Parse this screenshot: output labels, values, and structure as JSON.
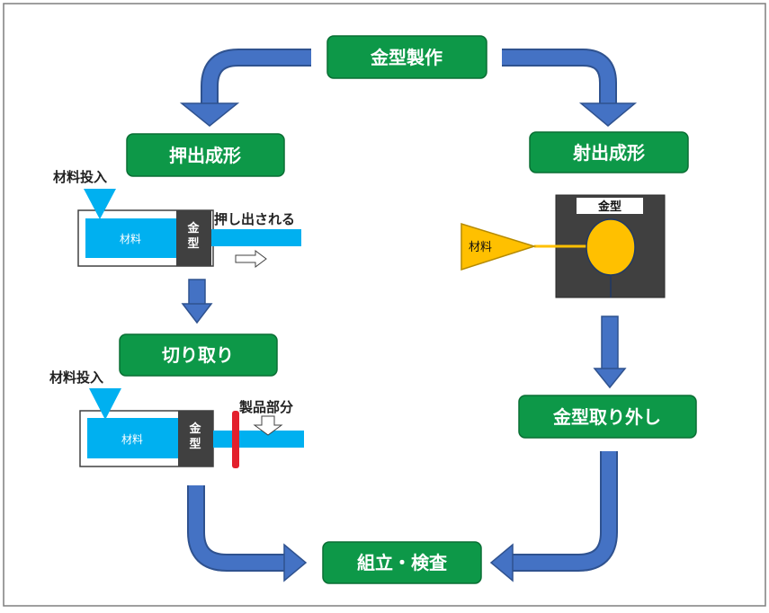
{
  "colors": {
    "green_box": "#0d9848",
    "green_border": "#0a6f34",
    "arrow_blue": "#4472c4",
    "arrow_edge": "#2f528f",
    "cyan": "#00b0f0",
    "mold_gray": "#404040",
    "gold": "#ffc000",
    "gold_edge": "#b58a00",
    "red": "#e3202c",
    "frame": "#7f7f7f"
  },
  "steps": {
    "mold_making": "金型製作",
    "extrusion": "押出成形",
    "injection": "射出成形",
    "cutting": "切り取り",
    "mold_removal": "金型取り外し",
    "assembly": "組立・検査"
  },
  "extrusion_panel": {
    "feed_label": "材料投入",
    "material_label": "材料",
    "mold_label": "金型",
    "output_label": "押し出される"
  },
  "cutting_panel": {
    "feed_label": "材料投入",
    "material_label": "材料",
    "mold_label": "金型",
    "product_label": "製品部分"
  },
  "injection_panel": {
    "mold_label": "金型",
    "material_label": "材料"
  }
}
